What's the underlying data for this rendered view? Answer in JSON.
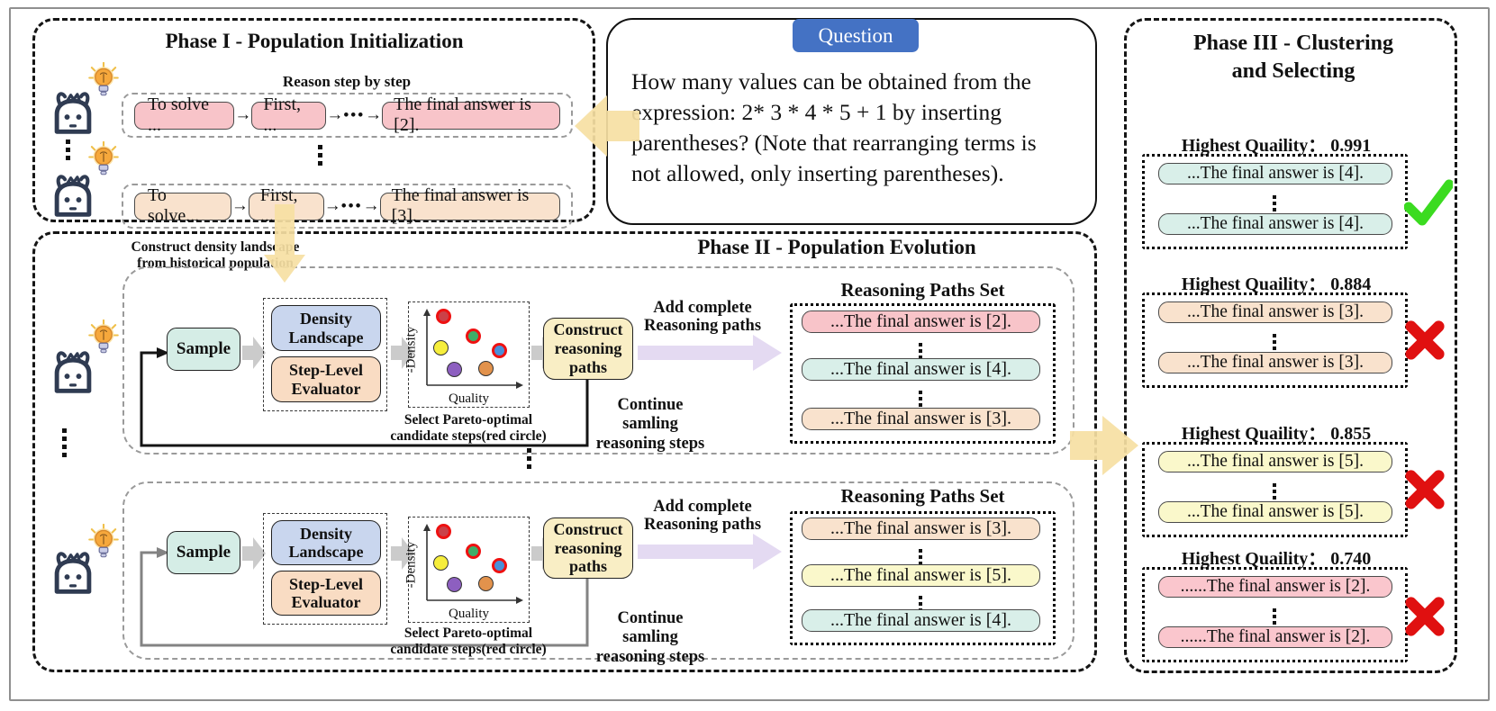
{
  "glyphs": {
    "arrow": "→",
    "hdots": "•••"
  },
  "colors": {
    "pink": "#F8C4C9",
    "peach": "#F9E2CD",
    "teal": "#D9EFE9",
    "yellow": "#FAF8CB",
    "pink3": "#FAC6CD",
    "sample": "#D5EDE6",
    "density": "#C9D6EE",
    "evaluator": "#F9DCC3",
    "construct": "#F9EEC5",
    "badge_blue": "#4472C4",
    "big_arrow": "#F6DFA3",
    "purple_arrow": "#E4DAF2",
    "gray_arrow": "#CBCBCB",
    "check_green": "#3BDB20",
    "cross_red": "#E01010",
    "pareto_ring": "#EE1111"
  },
  "phase1": {
    "title": "Phase I - Population Initialization",
    "reason_label": "Reason step by step",
    "chains": [
      {
        "step1": "To solve ...",
        "step2": "First, ...",
        "final": "The final answer is [2].",
        "color": "pink"
      },
      {
        "step1": "To solve...",
        "step2": "First, ...",
        "final": "The final answer is [3].",
        "color": "peach"
      }
    ]
  },
  "question": {
    "badge": "Question",
    "lines": [
      "How many values can be obtained from the",
      "expression: 2* 3 * 4 * 5 + 1 by inserting",
      "parentheses? (Note that rearranging terms is",
      "not allowed, only inserting parentheses)."
    ]
  },
  "phase2": {
    "title": "Phase II - Population Evolution",
    "construct_note_line1": "Construct density landscape",
    "construct_note_line2": "from historical population",
    "units": [
      {
        "sample": "Sample",
        "density": "Density Landscape",
        "evaluator": "Step-Level Evaluator",
        "scatter": {
          "ylabel": "-Density",
          "xlabel": "Quality",
          "points": [
            {
              "color": "#CB4148",
              "pareto": true,
              "x": 0.18,
              "y": 0.9
            },
            {
              "color": "#3FAE68",
              "pareto": true,
              "x": 0.5,
              "y": 0.62
            },
            {
              "color": "#F6EE3C",
              "pareto": false,
              "x": 0.15,
              "y": 0.45
            },
            {
              "color": "#4A90D9",
              "pareto": true,
              "x": 0.78,
              "y": 0.42
            },
            {
              "color": "#8D5FC0",
              "pareto": false,
              "x": 0.3,
              "y": 0.15
            },
            {
              "color": "#E2924C",
              "pareto": false,
              "x": 0.64,
              "y": 0.16
            }
          ]
        },
        "select_note_line1": "Select Pareto-optimal",
        "select_note_line2": "candidate steps(red circle)",
        "construct_box": "Construct reasoning paths",
        "add_label_line1": "Add complete",
        "add_label_line2": "Reasoning paths",
        "continue_label_line1": "Continue samling",
        "continue_label_line2": "reasoning steps",
        "set_title": "Reasoning Paths Set",
        "paths": [
          {
            "text": "...The final answer is [2].",
            "color": "pink"
          },
          {
            "text": "...The final answer is [4].",
            "color": "teal"
          },
          {
            "text": "...The final answer is [3].",
            "color": "peach"
          }
        ]
      },
      {
        "sample": "Sample",
        "density": "Density Landscape",
        "evaluator": "Step-Level Evaluator",
        "scatter": {
          "ylabel": "-Density",
          "xlabel": "Quality",
          "points": [
            {
              "color": "#CB4148",
              "pareto": true,
              "x": 0.18,
              "y": 0.9
            },
            {
              "color": "#3FAE68",
              "pareto": true,
              "x": 0.5,
              "y": 0.62
            },
            {
              "color": "#F6EE3C",
              "pareto": false,
              "x": 0.15,
              "y": 0.45
            },
            {
              "color": "#4A90D9",
              "pareto": true,
              "x": 0.78,
              "y": 0.42
            },
            {
              "color": "#8D5FC0",
              "pareto": false,
              "x": 0.3,
              "y": 0.15
            },
            {
              "color": "#E2924C",
              "pareto": false,
              "x": 0.64,
              "y": 0.16
            }
          ]
        },
        "select_note_line1": "Select Pareto-optimal",
        "select_note_line2": "candidate steps(red circle)",
        "construct_box": "Construct reasoning paths",
        "add_label_line1": "Add complete",
        "add_label_line2": "Reasoning paths",
        "continue_label_line1": "Continue samling",
        "continue_label_line2": "reasoning steps",
        "set_title": "Reasoning Paths Set",
        "paths": [
          {
            "text": "...The final answer is [3].",
            "color": "peach"
          },
          {
            "text": "...The final answer is [5].",
            "color": "yellow"
          },
          {
            "text": "...The final answer is [4].",
            "color": "teal"
          }
        ]
      }
    ]
  },
  "phase3": {
    "title_line1": "Phase III - Clustering",
    "title_line2": "and Selecting",
    "clusters": [
      {
        "label": "Highest Quaility：",
        "value": "0.991",
        "verdict": "check",
        "color": "teal",
        "items": [
          "...The final answer is [4].",
          "...The final answer is [4]."
        ]
      },
      {
        "label": "Highest Quaility：",
        "value": "0.884",
        "verdict": "cross",
        "color": "peach",
        "items": [
          "...The final answer is [3].",
          "...The final answer is [3]."
        ]
      },
      {
        "label": "Highest Quaility：",
        "value": "0.855",
        "verdict": "cross",
        "color": "yellow",
        "items": [
          "...The final answer is [5].",
          "...The final answer is [5]."
        ]
      },
      {
        "label": "Highest Quaility：",
        "value": "0.740",
        "verdict": "cross",
        "color": "pink3",
        "items": [
          "......The final answer is [2].",
          "......The final answer is [2]."
        ]
      }
    ]
  }
}
